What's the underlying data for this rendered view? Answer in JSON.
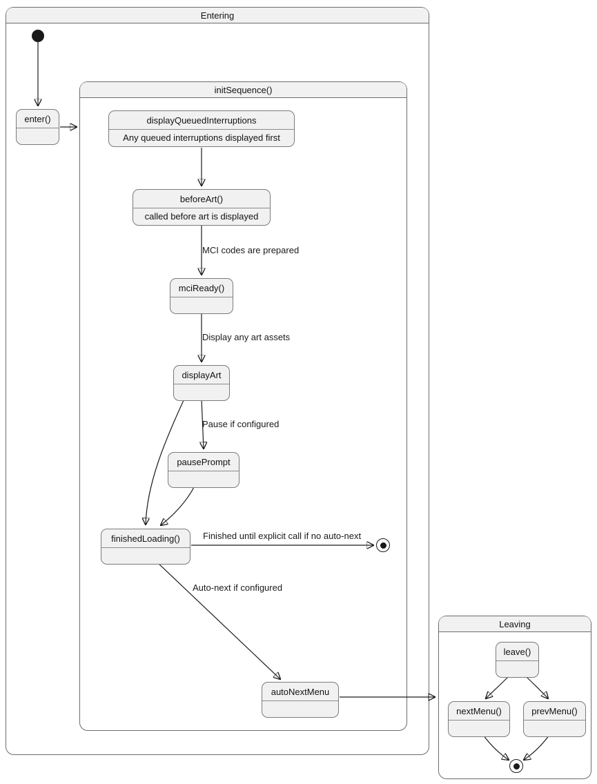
{
  "containers": {
    "entering": {
      "title": "Entering"
    },
    "initSequence": {
      "title": "initSequence()"
    },
    "leaving": {
      "title": "Leaving"
    }
  },
  "states": {
    "enter": {
      "title": "enter()"
    },
    "displayQueuedInterruptions": {
      "title": "displayQueuedInterruptions",
      "desc": "Any queued interruptions displayed first"
    },
    "beforeArt": {
      "title": "beforeArt()",
      "desc": "called before art is displayed"
    },
    "mciReady": {
      "title": "mciReady()"
    },
    "displayArt": {
      "title": "displayArt"
    },
    "pausePrompt": {
      "title": "pausePrompt"
    },
    "finishedLoading": {
      "title": "finishedLoading()"
    },
    "autoNextMenu": {
      "title": "autoNextMenu"
    },
    "leave": {
      "title": "leave()"
    },
    "nextMenu": {
      "title": "nextMenu()"
    },
    "prevMenu": {
      "title": "prevMenu()"
    }
  },
  "edge_labels": {
    "mci": "MCI codes are prepared",
    "display_art": "Display any art assets",
    "pause": "Pause if configured",
    "finished": "Finished until explicit call if no auto-next",
    "autonext": "Auto-next if configured"
  },
  "colors": {
    "state_fill": "#f1f1f1",
    "header_fill": "#f1f1f1",
    "border": "#6b6b6b",
    "edge": "#1a1a1a",
    "text": "#111111"
  }
}
